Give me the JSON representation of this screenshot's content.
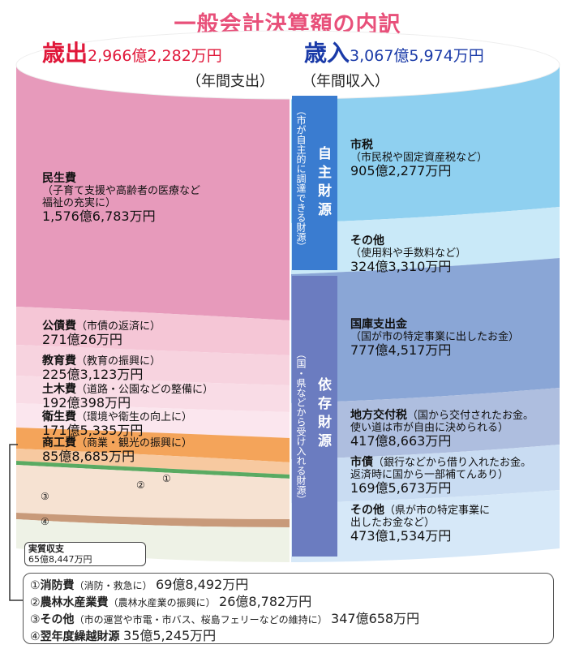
{
  "title": "一般会計決算額の内訳",
  "expenditure": {
    "label": "歳出",
    "total": "2,966億2,282万円",
    "sub": "（年間支出）",
    "items": [
      {
        "name": "民生費",
        "desc": "（子育て支援や高齢者の医療など",
        "desc2": "福祉の充実に）",
        "amount": "1,576億6,783万円"
      },
      {
        "name": "公債費",
        "desc": "（市債の返済に）",
        "amount": "271億26万円"
      },
      {
        "name": "教育費",
        "desc": "（教育の振興に）",
        "amount": "225億3,123万円"
      },
      {
        "name": "土木費",
        "desc": "（道路・公園などの整備に）",
        "amount": "192億398万円"
      },
      {
        "name": "衛生費",
        "desc": "（環境や衛生の向上に）",
        "amount": "171億5,335万円"
      },
      {
        "name": "商工費",
        "desc": "（商業・観光の振興に）",
        "amount": "85億8,685万円"
      }
    ],
    "callouts": [
      "①",
      "②",
      "③",
      "④"
    ],
    "surplus_label": "実質収支",
    "surplus_amount": "65億8,447万円"
  },
  "revenue": {
    "label": "歳入",
    "total": "3,067億5,974万円",
    "sub": "（年間収入）",
    "own_title": "自主財源",
    "own_desc": "（市が自主的に調達できる財源）",
    "dep_title": "依存財源",
    "dep_desc": "（国・県などから受け入れる財源）",
    "items": [
      {
        "name": "市税",
        "desc": "（市民税や固定資産税など）",
        "amount": "905億2,277万円"
      },
      {
        "name": "その他",
        "desc": "（使用料や手数料など）",
        "amount": "324億3,310万円"
      },
      {
        "name": "国庫支出金",
        "desc": "（国が市の特定事業に出したお金）",
        "amount": "777億4,517万円"
      },
      {
        "name": "地方交付税",
        "desc": "（国から交付されたお金。",
        "desc2": "使い道は市が自由に決められる）",
        "amount": "417億8,663万円"
      },
      {
        "name": "市債",
        "desc": "（銀行などから借り入れたお金。",
        "desc2": "返済時に国から一部補てんあり）",
        "amount": "169億5,673万円"
      },
      {
        "name": "その他",
        "desc": "（県が市の特定事業に",
        "desc2": "出したお金など）",
        "amount": "473億1,534万円"
      }
    ]
  },
  "notes": [
    {
      "num": "①",
      "name": "消防費",
      "desc": "（消防・救急に）",
      "amount": "69億8,492万円"
    },
    {
      "num": "②",
      "name": "農林水産業費",
      "desc": "（農林水産業の振興に）",
      "amount": "26億8,782万円"
    },
    {
      "num": "③",
      "name": "その他",
      "desc": "（市の運営や市電・市バス、桜島フェリーなどの維持に）",
      "amount": "347億658万円"
    },
    {
      "num": "④",
      "name": "翌年度繰越財源",
      "desc": "",
      "amount": "35億5,245万円"
    }
  ],
  "colors": {
    "title": "#e8507a",
    "expenditure_label": "#e0183a",
    "revenue_label": "#1a3aa8",
    "welfare": "#e79abb",
    "debt": "#f5c6d6",
    "education": "#f7d3df",
    "civil": "#f9dce6",
    "health": "#fbe6ee",
    "commerce": "#f4a45a",
    "tax": "#8fd0f0",
    "own_other": "#c9e9f8",
    "treasury": "#8aa6d6",
    "grant": "#aebedf",
    "bond": "#c9dcf2",
    "dep_other": "#d6e8f8",
    "own_band": "#3a7cd0",
    "dep_band": "#6b7cc0"
  }
}
